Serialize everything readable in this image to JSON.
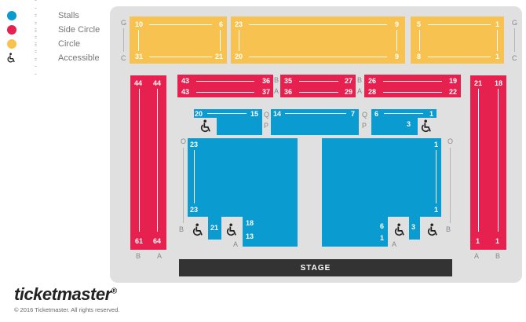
{
  "legend": {
    "stalls": {
      "label": "Stalls",
      "color": "#0a9bd0",
      "dash": "-----"
    },
    "side_circle": {
      "label": "Side Circle",
      "color": "#e6204f",
      "dash": "-----"
    },
    "circle": {
      "label": "Circle",
      "color": "#f8c250",
      "dash": "-----"
    },
    "accessible": {
      "label": "Accessible",
      "icon": "wheelchair-icon",
      "dash": "-----"
    }
  },
  "circle": {
    "row_top": "G",
    "row_bottom": "C",
    "left": {
      "tl": "10",
      "tr": "6",
      "bl": "31",
      "br": "21"
    },
    "centre": {
      "tl": "23",
      "tr": "9",
      "bl": "20",
      "br": "9"
    },
    "right": {
      "tl": "5",
      "tr": "1",
      "bl": "8",
      "br": "1"
    }
  },
  "side_circle": {
    "row_b": "B",
    "row_a": "A",
    "left_pillar": {
      "top_b": "44",
      "top_a": "44",
      "bot_b": "61",
      "bot_a": "64"
    },
    "right_pillar": {
      "top_a": "21",
      "top_b": "18",
      "bot_a": "1",
      "bot_b": "1"
    },
    "box_left": {
      "r1l": "43",
      "r1r": "36",
      "r2l": "43",
      "r2r": "37"
    },
    "box_centre": {
      "r1l": "35",
      "r1r": "27",
      "r2l": "36",
      "r2r": "29"
    },
    "box_right": {
      "r1l": "26",
      "r1r": "19",
      "r2l": "28",
      "r2r": "22"
    }
  },
  "stalls": {
    "row_q": "Q",
    "row_p": "P",
    "row_o": "O",
    "row_b": "B",
    "row_a": "A",
    "qp_left": {
      "l": "20",
      "r": "15"
    },
    "qp_centre": {
      "l": "14",
      "r": "7"
    },
    "qp_right": {
      "l": "6",
      "r": "1",
      "p": "3"
    },
    "main_left": {
      "top": "23",
      "bot": "23"
    },
    "main_right": {
      "top": "1",
      "bot": "1"
    },
    "front_left": {
      "a": "21",
      "b_top": "18",
      "b_bot": "13"
    },
    "front_right": {
      "a": "3",
      "b_top": "6",
      "b_bot": "1"
    }
  },
  "stage": {
    "label": "STAGE"
  },
  "brand": {
    "name": "ticketmaster",
    "mark": "®",
    "copyright": "© 2016 Ticketmaster. All rights reserved."
  },
  "accessible_icon": "wheelchair-icon"
}
